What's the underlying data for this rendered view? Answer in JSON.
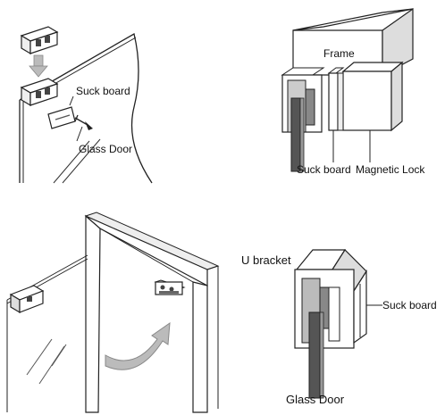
{
  "panels": {
    "glass_door_install": {
      "suck_board_label": "Suck board",
      "glass_door_label": "Glass Door"
    },
    "frame_section": {
      "frame_label": "Frame",
      "suck_board_label": "Suck board",
      "magnetic_lock_label": "Magnetic Lock"
    },
    "door_frame_install": {},
    "u_bracket_section": {
      "u_bracket_label": "U  bracket",
      "suck_board_label": "Suck board",
      "glass_door_label": "Glass Door"
    }
  }
}
